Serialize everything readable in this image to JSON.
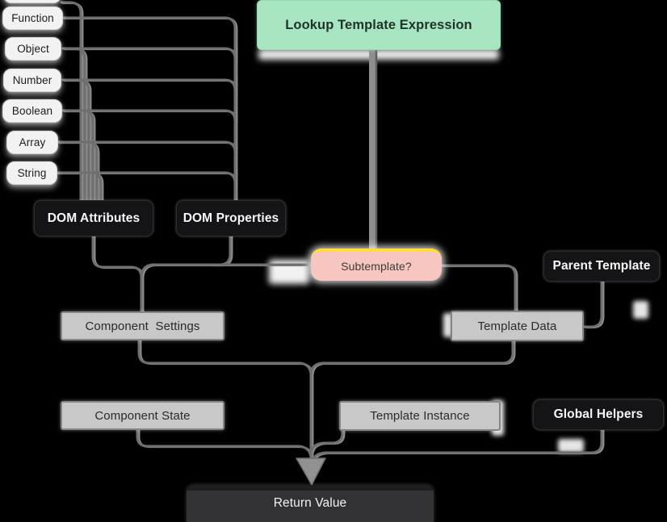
{
  "diagram": {
    "title": "Lookup Template Expression",
    "types": [
      "Function",
      "Object",
      "Number",
      "Boolean",
      "Array",
      "String"
    ],
    "nodes": {
      "lookup": "Lookup Template Expression",
      "dom_attributes": "DOM Attributes",
      "dom_properties": "DOM Properties",
      "subtemplate": "Subtemplate?",
      "parent_template": "Parent Template",
      "component_settings": "Component  Settings",
      "template_data": "Template Data",
      "component_state": "Component State",
      "template_instance": "Template Instance",
      "global_helpers": "Global Helpers",
      "return_value": "Return Value"
    },
    "edges": [
      {
        "from": "Function",
        "to": "DOM Properties"
      },
      {
        "from": "Object",
        "to": "DOM Properties"
      },
      {
        "from": "Number",
        "to": "DOM Properties"
      },
      {
        "from": "Boolean",
        "to": "DOM Properties"
      },
      {
        "from": "Array",
        "to": "DOM Properties"
      },
      {
        "from": "String",
        "to": "DOM Properties"
      },
      {
        "from": "Object",
        "to": "DOM Attributes"
      },
      {
        "from": "Number",
        "to": "DOM Attributes"
      },
      {
        "from": "Boolean",
        "to": "DOM Attributes"
      },
      {
        "from": "Array",
        "to": "DOM Attributes"
      },
      {
        "from": "String",
        "to": "DOM Attributes"
      },
      {
        "from": "Lookup Template Expression",
        "to": "Subtemplate?"
      },
      {
        "from": "DOM Attributes",
        "to": "Component  Settings"
      },
      {
        "from": "DOM Properties",
        "to": "Component  Settings"
      },
      {
        "from": "Subtemplate?",
        "to": "Component  Settings"
      },
      {
        "from": "Subtemplate?",
        "to": "Template Data"
      },
      {
        "from": "Parent Template",
        "to": "Template Data"
      },
      {
        "from": "Component  Settings",
        "to": "Return Value"
      },
      {
        "from": "Template Data",
        "to": "Return Value"
      },
      {
        "from": "Component State",
        "to": "Return Value"
      },
      {
        "from": "Template Instance",
        "to": "Return Value"
      },
      {
        "from": "Global Helpers",
        "to": "Return Value"
      }
    ]
  },
  "colors": {
    "bg": "#000000",
    "line": "#6f6f6f",
    "line_light": "#8d8d8d",
    "green_fill": "#a8e6c1",
    "green_border": "#93dcb1",
    "green_text": "#1f3329",
    "pink_fill": "#f8c6c0",
    "pink_text": "#3b3b3b",
    "yellow": "#ffdf37",
    "dark_fill": "#141416",
    "dark_text": "#f7f7f7",
    "gray_fill": "#c8c8c8",
    "gray_border": "#858585",
    "gray_text": "#2b2b2b",
    "type_fill": "#f2f2f2",
    "type_border": "#d6d6d6",
    "type_text": "#1c1c1c",
    "return_fill": "#323234",
    "return_top": "#1e1e20",
    "return_text": "#f2f2f2"
  }
}
